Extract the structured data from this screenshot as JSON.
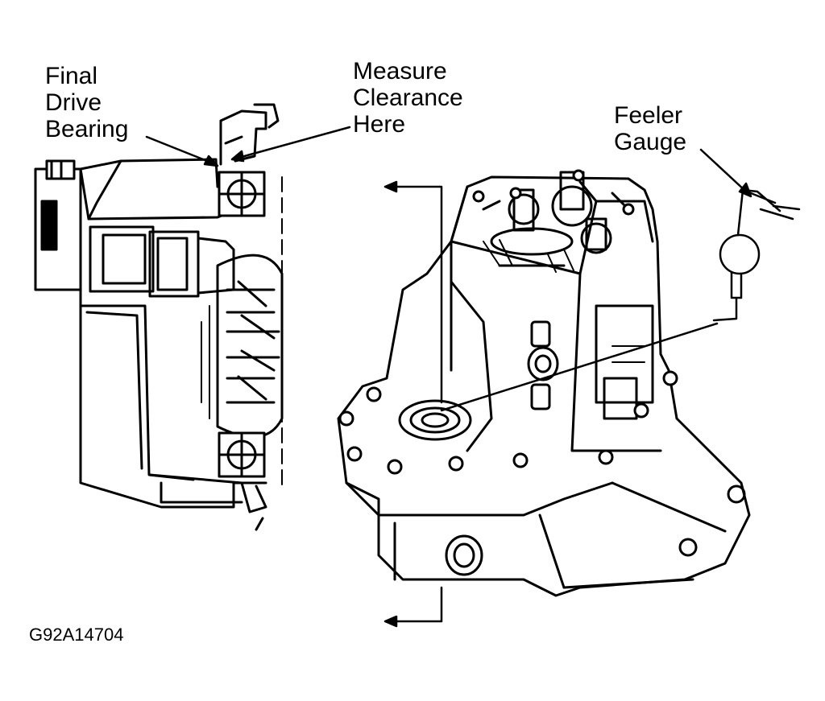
{
  "labels": {
    "final_drive_bearing": [
      "Final",
      "Drive",
      "Bearing"
    ],
    "measure_clearance": [
      "Measure",
      "Clearance",
      "Here"
    ],
    "feeler_gauge": [
      "Feeler",
      "Gauge"
    ]
  },
  "figure_code": "G92A14704",
  "colors": {
    "ink": "#000000",
    "paper": "#ffffff"
  }
}
